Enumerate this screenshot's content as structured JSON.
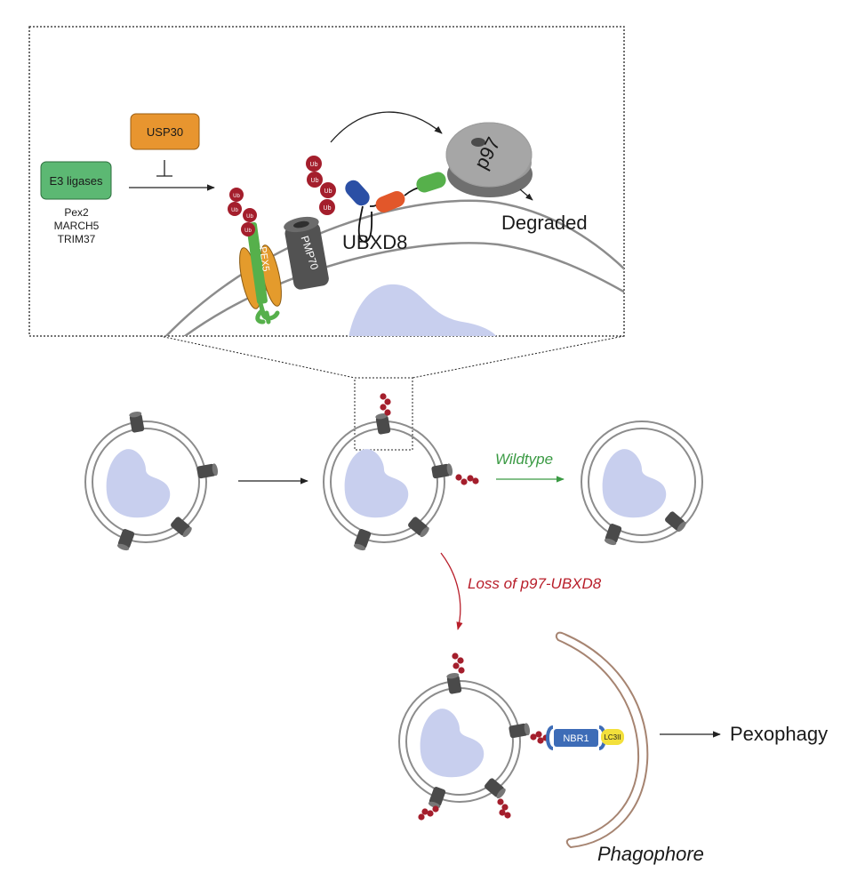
{
  "inset": {
    "e3_ligases": {
      "label": "E3 ligases",
      "members": [
        "Pex2",
        "MARCH5",
        "TRIM37"
      ]
    },
    "usp30": "USP30",
    "ub_label": "Ub",
    "pex5": "PEX5",
    "pmp70": "PMP70",
    "ubxd8": "UBXD8",
    "p97": "p97",
    "degraded": "Degraded"
  },
  "pathway": {
    "wildtype": "Wildtype",
    "loss": "Loss of p97-UBXD8",
    "nbr1": "NBR1",
    "lc3ii": "LC3II",
    "pexophagy": "Pexophagy",
    "phagophore": "Phagophore"
  },
  "colors": {
    "e3_green": "#5cb873",
    "usp30_orange": "#e8952f",
    "ub_red": "#a41e2c",
    "pex5_green": "#56b04b",
    "pex14_orange": "#e49b2c",
    "pmp70_gray": "#525252",
    "ubx_blue": "#2b4fa5",
    "ubx_orange": "#e2572a",
    "ubx_green": "#56b04b",
    "p97_gray": "#a6a6a6",
    "lumen_lavender": "#c8cfee",
    "wildtype_green": "#3a9a43",
    "loss_red": "#b81e2a",
    "nbr1_blue": "#3d6cb7",
    "lc3_yellow": "#f3e03b",
    "phagophore_brown": "#a68471"
  }
}
